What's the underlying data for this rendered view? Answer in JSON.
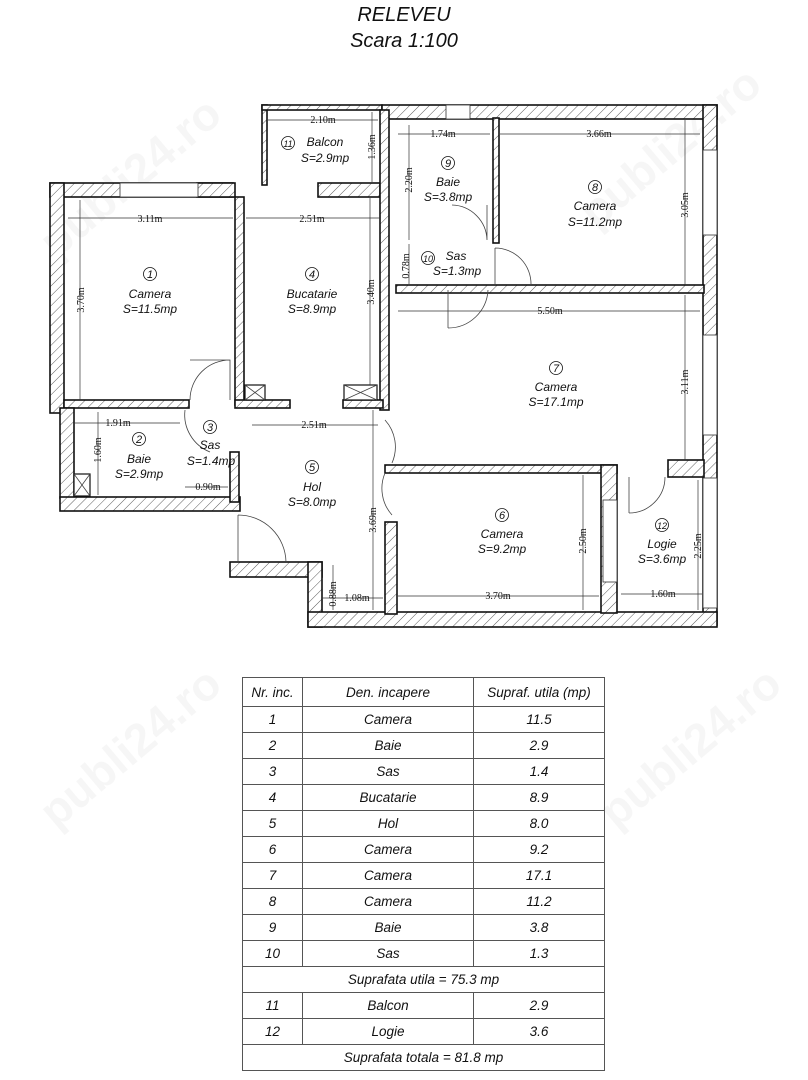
{
  "header": {
    "title": "RELEVEU",
    "scale": "Scara 1:100"
  },
  "watermark": "publi24.ro",
  "rooms": [
    {
      "nr": "1",
      "name": "Camera",
      "area_label": "S=11.5mp",
      "dims": [
        "3.11m",
        "3.70m"
      ]
    },
    {
      "nr": "2",
      "name": "Baie",
      "area_label": "S=2.9mp",
      "dims": [
        "1.91m",
        "1.60m"
      ]
    },
    {
      "nr": "3",
      "name": "Sas",
      "area_label": "S=1.4mp",
      "dims": [
        "0.90m"
      ]
    },
    {
      "nr": "4",
      "name": "Bucatarie",
      "area_label": "S=8.9mp",
      "dims": [
        "2.51m",
        "3.40m"
      ]
    },
    {
      "nr": "5",
      "name": "Hol",
      "area_label": "S=8.0mp",
      "dims": [
        "2.51m",
        "3.69m",
        "1.08m",
        "0.88m"
      ]
    },
    {
      "nr": "6",
      "name": "Camera",
      "area_label": "S=9.2mp",
      "dims": [
        "3.70m",
        "2.50m"
      ]
    },
    {
      "nr": "7",
      "name": "Camera",
      "area_label": "S=17.1mp",
      "dims": [
        "5.50m",
        "3.11m"
      ]
    },
    {
      "nr": "8",
      "name": "Camera",
      "area_label": "S=11.2mp",
      "dims": [
        "3.66m",
        "3.05m"
      ]
    },
    {
      "nr": "9",
      "name": "Baie",
      "area_label": "S=3.8mp",
      "dims": [
        "1.74m",
        "2.20m"
      ]
    },
    {
      "nr": "10",
      "name": "Sas",
      "area_label": "S=1.3mp",
      "dims": [
        "0.78m"
      ]
    },
    {
      "nr": "11",
      "name": "Balcon",
      "area_label": "S=2.9mp",
      "dims": [
        "2.10m",
        "1.36m"
      ]
    },
    {
      "nr": "12",
      "name": "Logie",
      "area_label": "S=3.6mp",
      "dims": [
        "1.60m",
        "2.25m"
      ]
    }
  ],
  "table": {
    "headers": [
      "Nr. inc.",
      "Den. incapere",
      "Supraf. utila (mp)"
    ],
    "rows": [
      [
        "1",
        "Camera",
        "11.5"
      ],
      [
        "2",
        "Baie",
        "2.9"
      ],
      [
        "3",
        "Sas",
        "1.4"
      ],
      [
        "4",
        "Bucatarie",
        "8.9"
      ],
      [
        "5",
        "Hol",
        "8.0"
      ],
      [
        "6",
        "Camera",
        "9.2"
      ],
      [
        "7",
        "Camera",
        "17.1"
      ],
      [
        "8",
        "Camera",
        "11.2"
      ],
      [
        "9",
        "Baie",
        "3.8"
      ],
      [
        "10",
        "Sas",
        "1.3"
      ]
    ],
    "subtotal": "Suprafata utila = 75.3 mp",
    "extra_rows": [
      [
        "11",
        "Balcon",
        "2.9"
      ],
      [
        "12",
        "Logie",
        "3.6"
      ]
    ],
    "total": "Suprafata totala = 81.8 mp"
  }
}
